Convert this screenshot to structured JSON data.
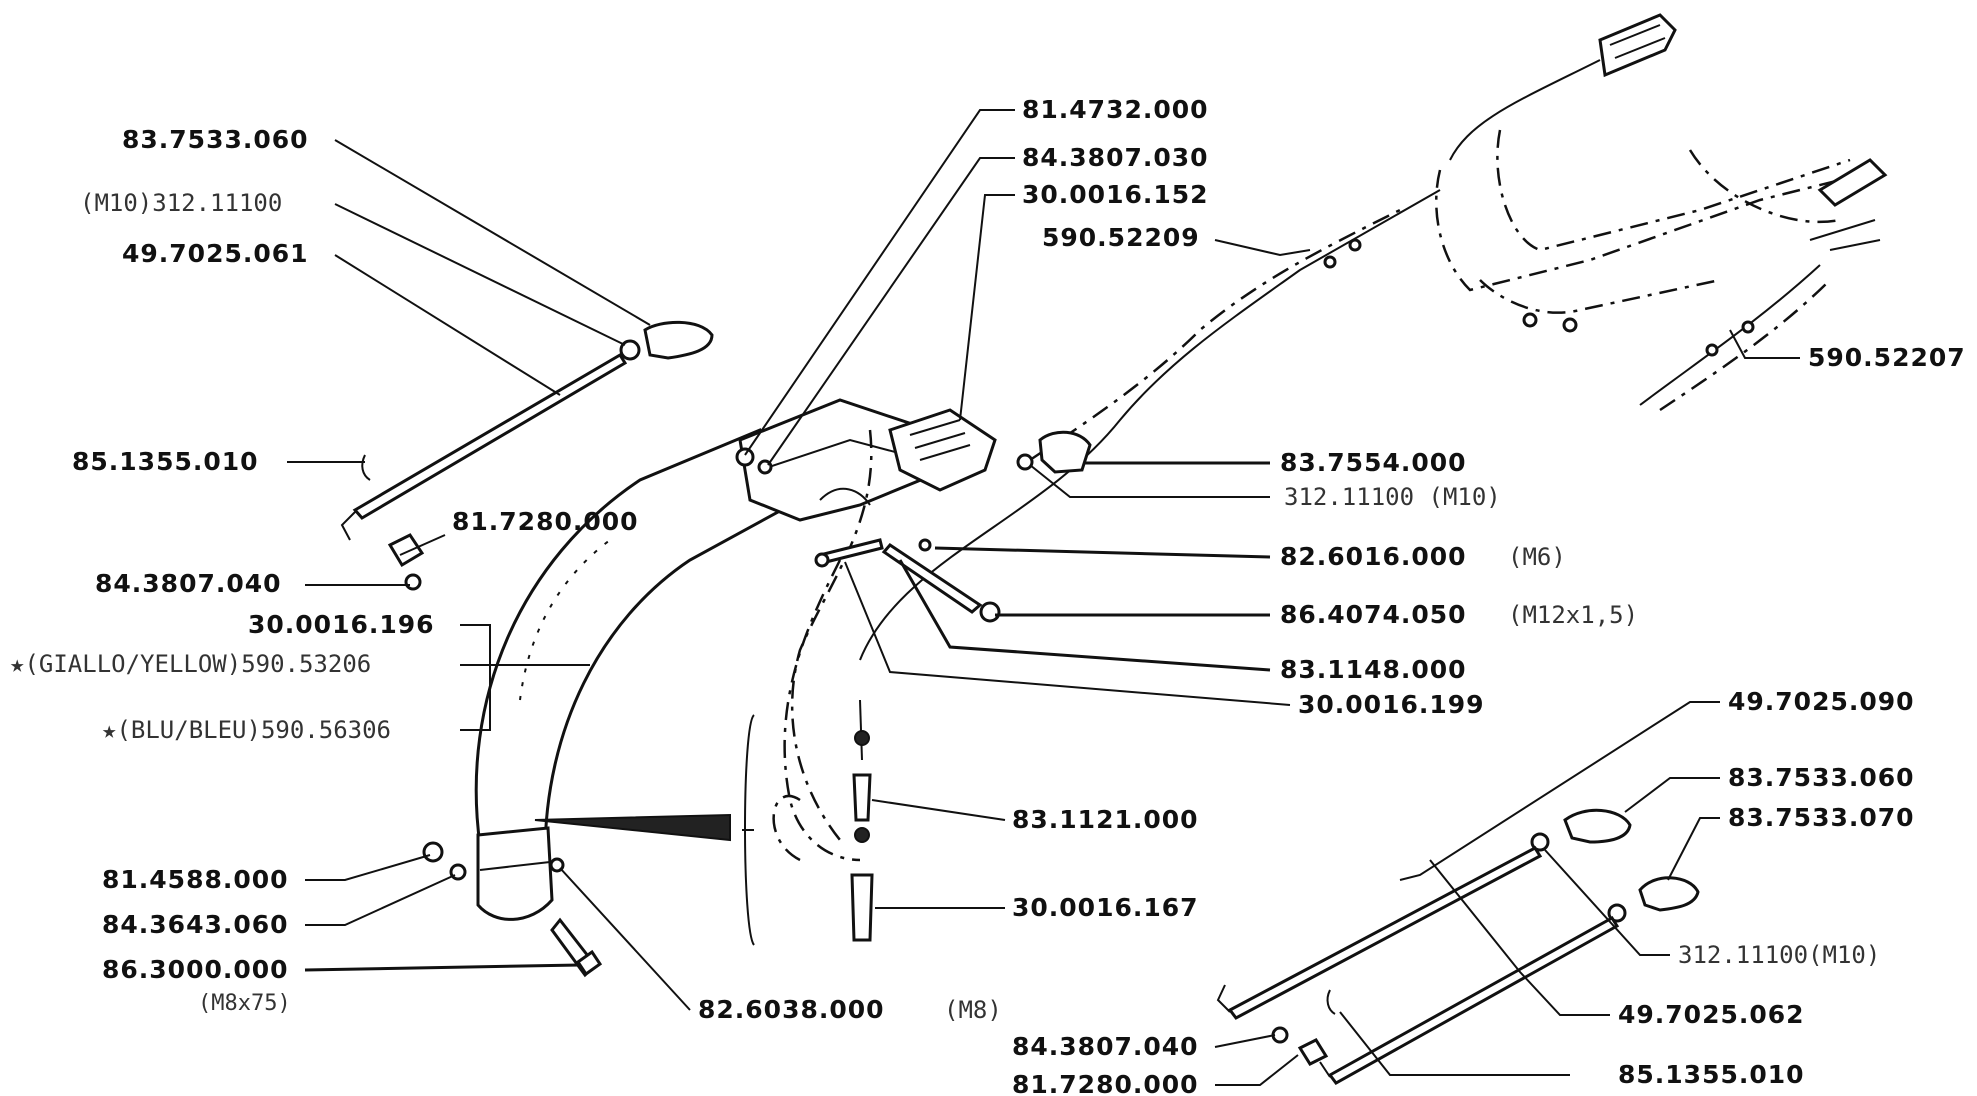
{
  "labels": {
    "l01": "83.7533.060",
    "l02": "(M10)312.11100",
    "l03": "49.7025.061",
    "l04": "85.1355.010",
    "l05": "81.7280.000",
    "l06": "84.3807.040",
    "l07": "30.0016.196",
    "l08": "★(GIALLO/YELLOW)590.53206",
    "l09": "★(BLU/BLEU)590.56306",
    "l10": "81.4732.000",
    "l11": "84.3807.030",
    "l12": "30.0016.152",
    "l13": "590.52209",
    "l14": "590.52207",
    "l15": "83.7554.000",
    "l16": "312.11100 (M10)",
    "l17": "82.6016.000",
    "l17n": "(M6)",
    "l18": "86.4074.050",
    "l18n": "(M12x1,5)",
    "l19": "83.1148.000",
    "l20": "30.0016.199",
    "l21": "49.7025.090",
    "l22": "83.7533.060",
    "l23": "83.7533.070",
    "l24": "312.11100(M10)",
    "l25": "83.1121.000",
    "l26": "30.0016.167",
    "l27": "81.4588.000",
    "l28": "84.3643.060",
    "l29": "86.3000.000",
    "l29n": "(M8x75)",
    "l30": "82.6038.000",
    "l30n": "(M8)",
    "l31": "49.7025.062",
    "l32": "84.3807.040",
    "l33": "85.1355.010",
    "l34": "81.7280.000"
  }
}
